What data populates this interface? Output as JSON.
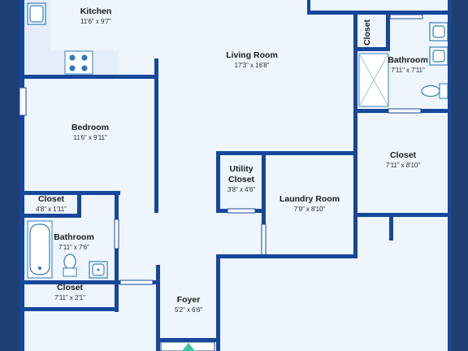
{
  "rooms": {
    "kitchen": {
      "name": "Kitchen",
      "dims": "11'6\" x 9'7\""
    },
    "living_room": {
      "name": "Living Room",
      "dims": "17'3\" x 16'8\""
    },
    "closet_top": {
      "name": "Closet"
    },
    "bathroom_right": {
      "name": "Bathroom",
      "dims": "7'11\" x 7'11\""
    },
    "bedroom": {
      "name": "Bedroom",
      "dims": "11'6\" x 9'11\""
    },
    "closet_right": {
      "name": "Closet",
      "dims": "7'11\" x 8'10\""
    },
    "utility_closet": {
      "line1": "Utility",
      "line2": "Closet",
      "dims": "3'8\" x 4'6\""
    },
    "laundry_room": {
      "name": "Laundry Room",
      "dims": "7'9\" x 8'10\""
    },
    "closet_small": {
      "name": "Closet",
      "dims": "4'8\" x 1'11\""
    },
    "bathroom_left": {
      "name": "Bathroom",
      "dims": "7'11\" x 7'6\""
    },
    "closet_bottom": {
      "name": "Closet",
      "dims": "7'11\" x 2'1\""
    },
    "foyer": {
      "name": "Foyer",
      "dims": "5'2\" x 6'6\""
    }
  },
  "colors": {
    "wall": "#16479a",
    "floor": "#eef5fd",
    "outside": "#1f3f73",
    "fixture": "#2f7bc0",
    "entry_marker": "#3cc6a6"
  }
}
